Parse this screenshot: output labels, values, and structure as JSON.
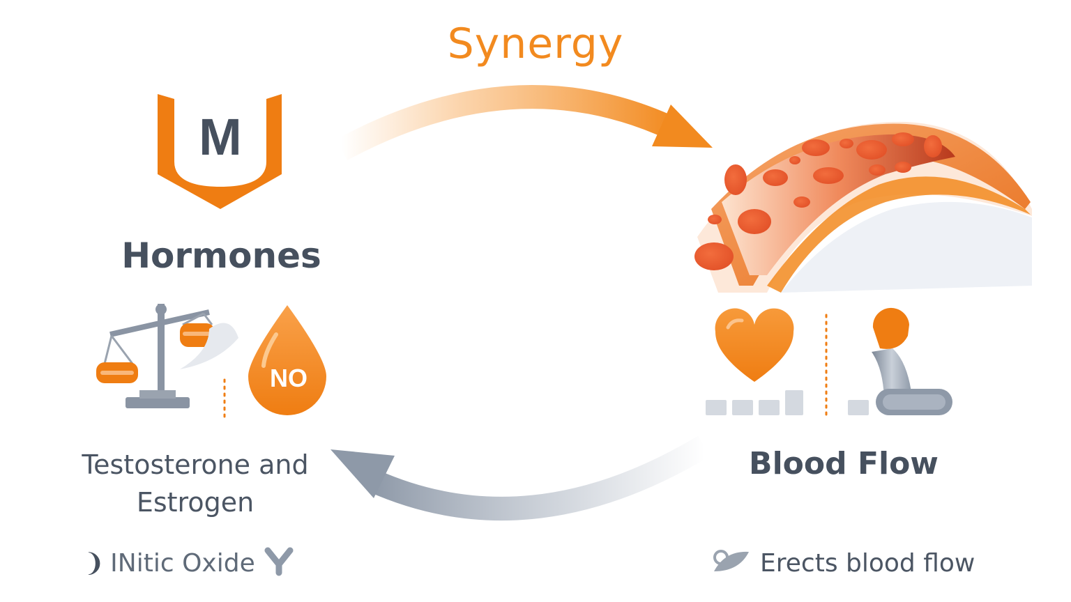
{
  "title": "Synergy",
  "logo": {
    "letter": "M"
  },
  "left": {
    "heading": "Hormones",
    "no_badge": "NO",
    "subtitle_line1": "Testosterone and",
    "subtitle_line2": "Estrogen",
    "caption": "INitic Oxide"
  },
  "right": {
    "heading": "Blood Flow",
    "caption": "Erects blood flow"
  },
  "colors": {
    "accent": "#f28a1f",
    "dark": "#46505e",
    "grey": "#9aa3af"
  },
  "icons": [
    "shield-logo-icon",
    "balance-scale-icon",
    "nitric-oxide-drop-icon",
    "blood-vessel-icon",
    "heart-icon",
    "tube-icon",
    "y-icon",
    "leaf-icon"
  ]
}
